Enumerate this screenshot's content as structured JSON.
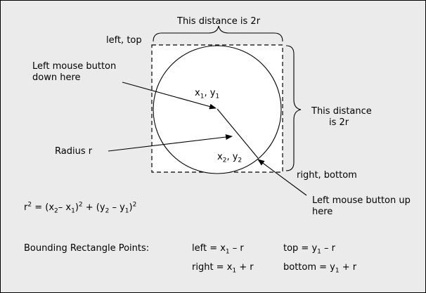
{
  "labels": {
    "distance_top": "This distance is 2r",
    "left_top": "left, top",
    "left_down_line1": "Left mouse button",
    "left_down_line2": "down here",
    "x1y1": {
      "a": "x",
      "a_sub": "1",
      "sep": ", ",
      "b": "y",
      "b_sub": "1"
    },
    "distance_right_line1": "This distance",
    "distance_right_line2": "is 2r",
    "radius": "Radius r",
    "x2y2": {
      "a": "x",
      "a_sub": "2",
      "sep": ", ",
      "b": "y",
      "b_sub": "2"
    },
    "right_bottom": "right, bottom",
    "left_up_line1": "Left mouse button up",
    "left_up_line2": "here"
  },
  "formula": {
    "r": "r",
    "r_sup": "2",
    "eq": " = (x",
    "x2sub": "2",
    "minus1": "– x",
    "x1sub": "1",
    "close1": ")",
    "sup1": "2",
    "plus": " + (y",
    "y2sub": "2",
    "minus2": " – y",
    "y1sub": "1",
    "close2": ")",
    "sup2": "2"
  },
  "bounding": {
    "title": "Bounding Rectangle Points:",
    "left": {
      "pre": "left = x",
      "sub": "1",
      "post": " – r"
    },
    "top": {
      "pre": "top = y",
      "sub": "1",
      "post": " – r"
    },
    "right": {
      "pre": "right = x",
      "sub": "1",
      "post": " + r"
    },
    "bottom": {
      "pre": "bottom = y",
      "sub": "1",
      "post": " + r"
    }
  },
  "colors": {
    "background": "#ebebeb",
    "box_fill": "#ffffff",
    "ink": "#000000"
  }
}
